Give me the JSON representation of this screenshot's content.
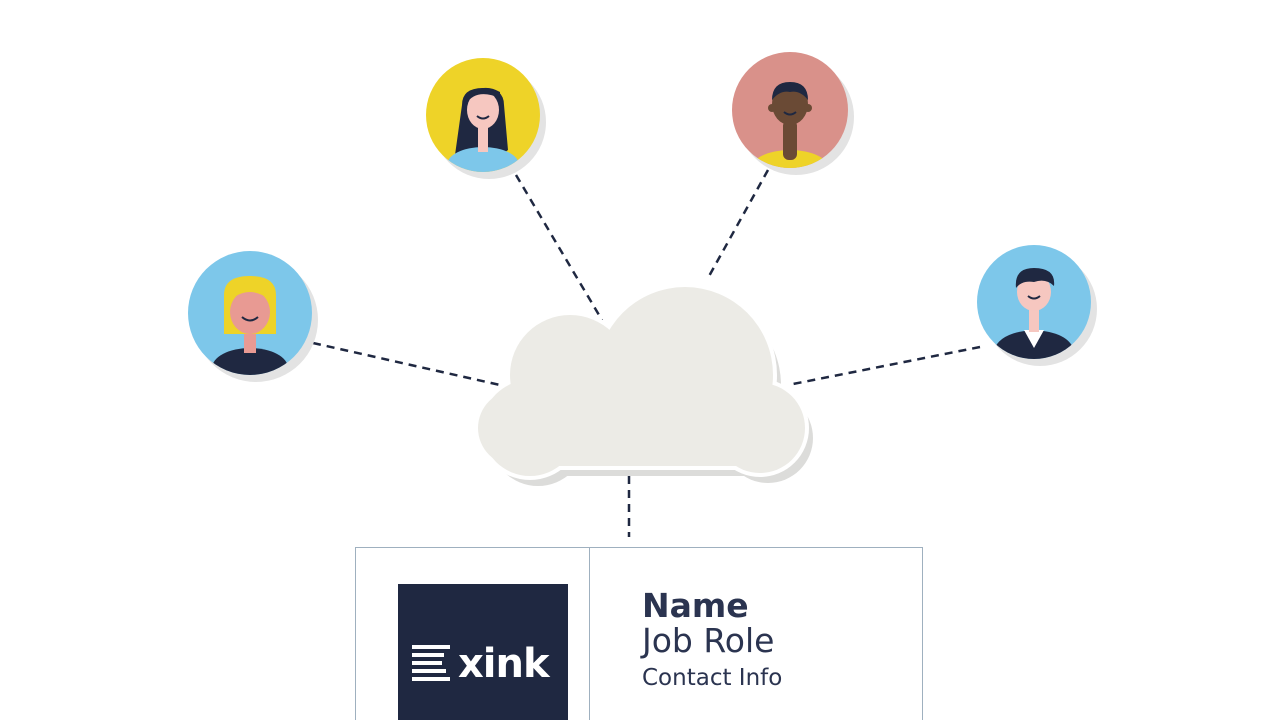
{
  "signature": {
    "logo_text": "xink",
    "name": "Name",
    "job_role": "Job Role",
    "contact_info": "Contact Info"
  },
  "colors": {
    "cloud": "#ecebe6",
    "line": "#1f2841",
    "avatar_blue": "#7dc7ea",
    "avatar_yellow": "#eed328",
    "avatar_pink": "#d9918a",
    "navy": "#1f2841"
  }
}
